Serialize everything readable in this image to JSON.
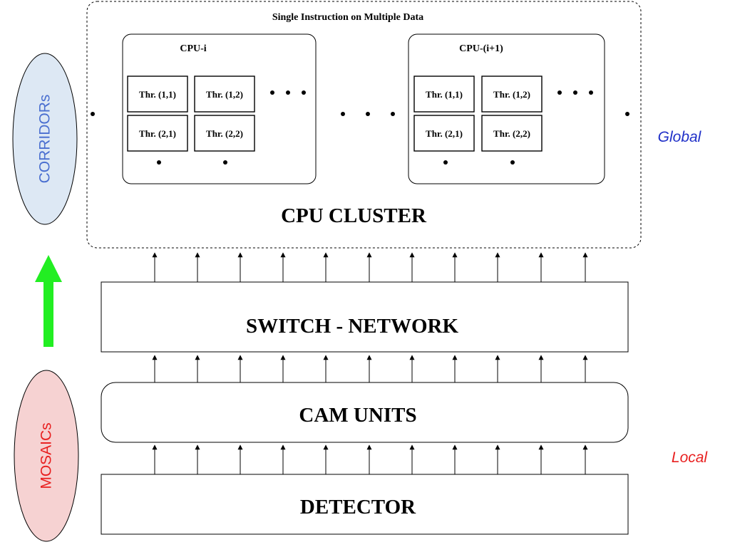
{
  "title": "Single Instruction on Multiple Data",
  "cpu_cluster": {
    "label": "CPU CLUSTER",
    "cpus": [
      {
        "label": "CPU-i",
        "threads": [
          "Thr. (1,1)",
          "Thr. (1,2)",
          "Thr. (2,1)",
          "Thr. (2,2)"
        ]
      },
      {
        "label": "CPU-(i+1)",
        "threads": [
          "Thr. (1,1)",
          "Thr. (1,2)",
          "Thr. (2,1)",
          "Thr. (2,2)"
        ]
      }
    ]
  },
  "switch_network": {
    "label": "SWITCH - NETWORK"
  },
  "cam_units": {
    "label": "CAM UNITS"
  },
  "detector": {
    "label": "DETECTOR"
  },
  "side_labels": {
    "corridors": "CORRIDORs",
    "mosaics": "MOSAICs",
    "global": "Global",
    "local": "Local"
  },
  "colors": {
    "corridors_fill": "#dde8f4",
    "corridors_text": "#4a6fd0",
    "mosaics_fill": "#f6d2d2",
    "mosaics_text": "#e82020",
    "global_text": "#2030c8",
    "local_text": "#e82020",
    "progress_arrow": "#22ee22"
  }
}
